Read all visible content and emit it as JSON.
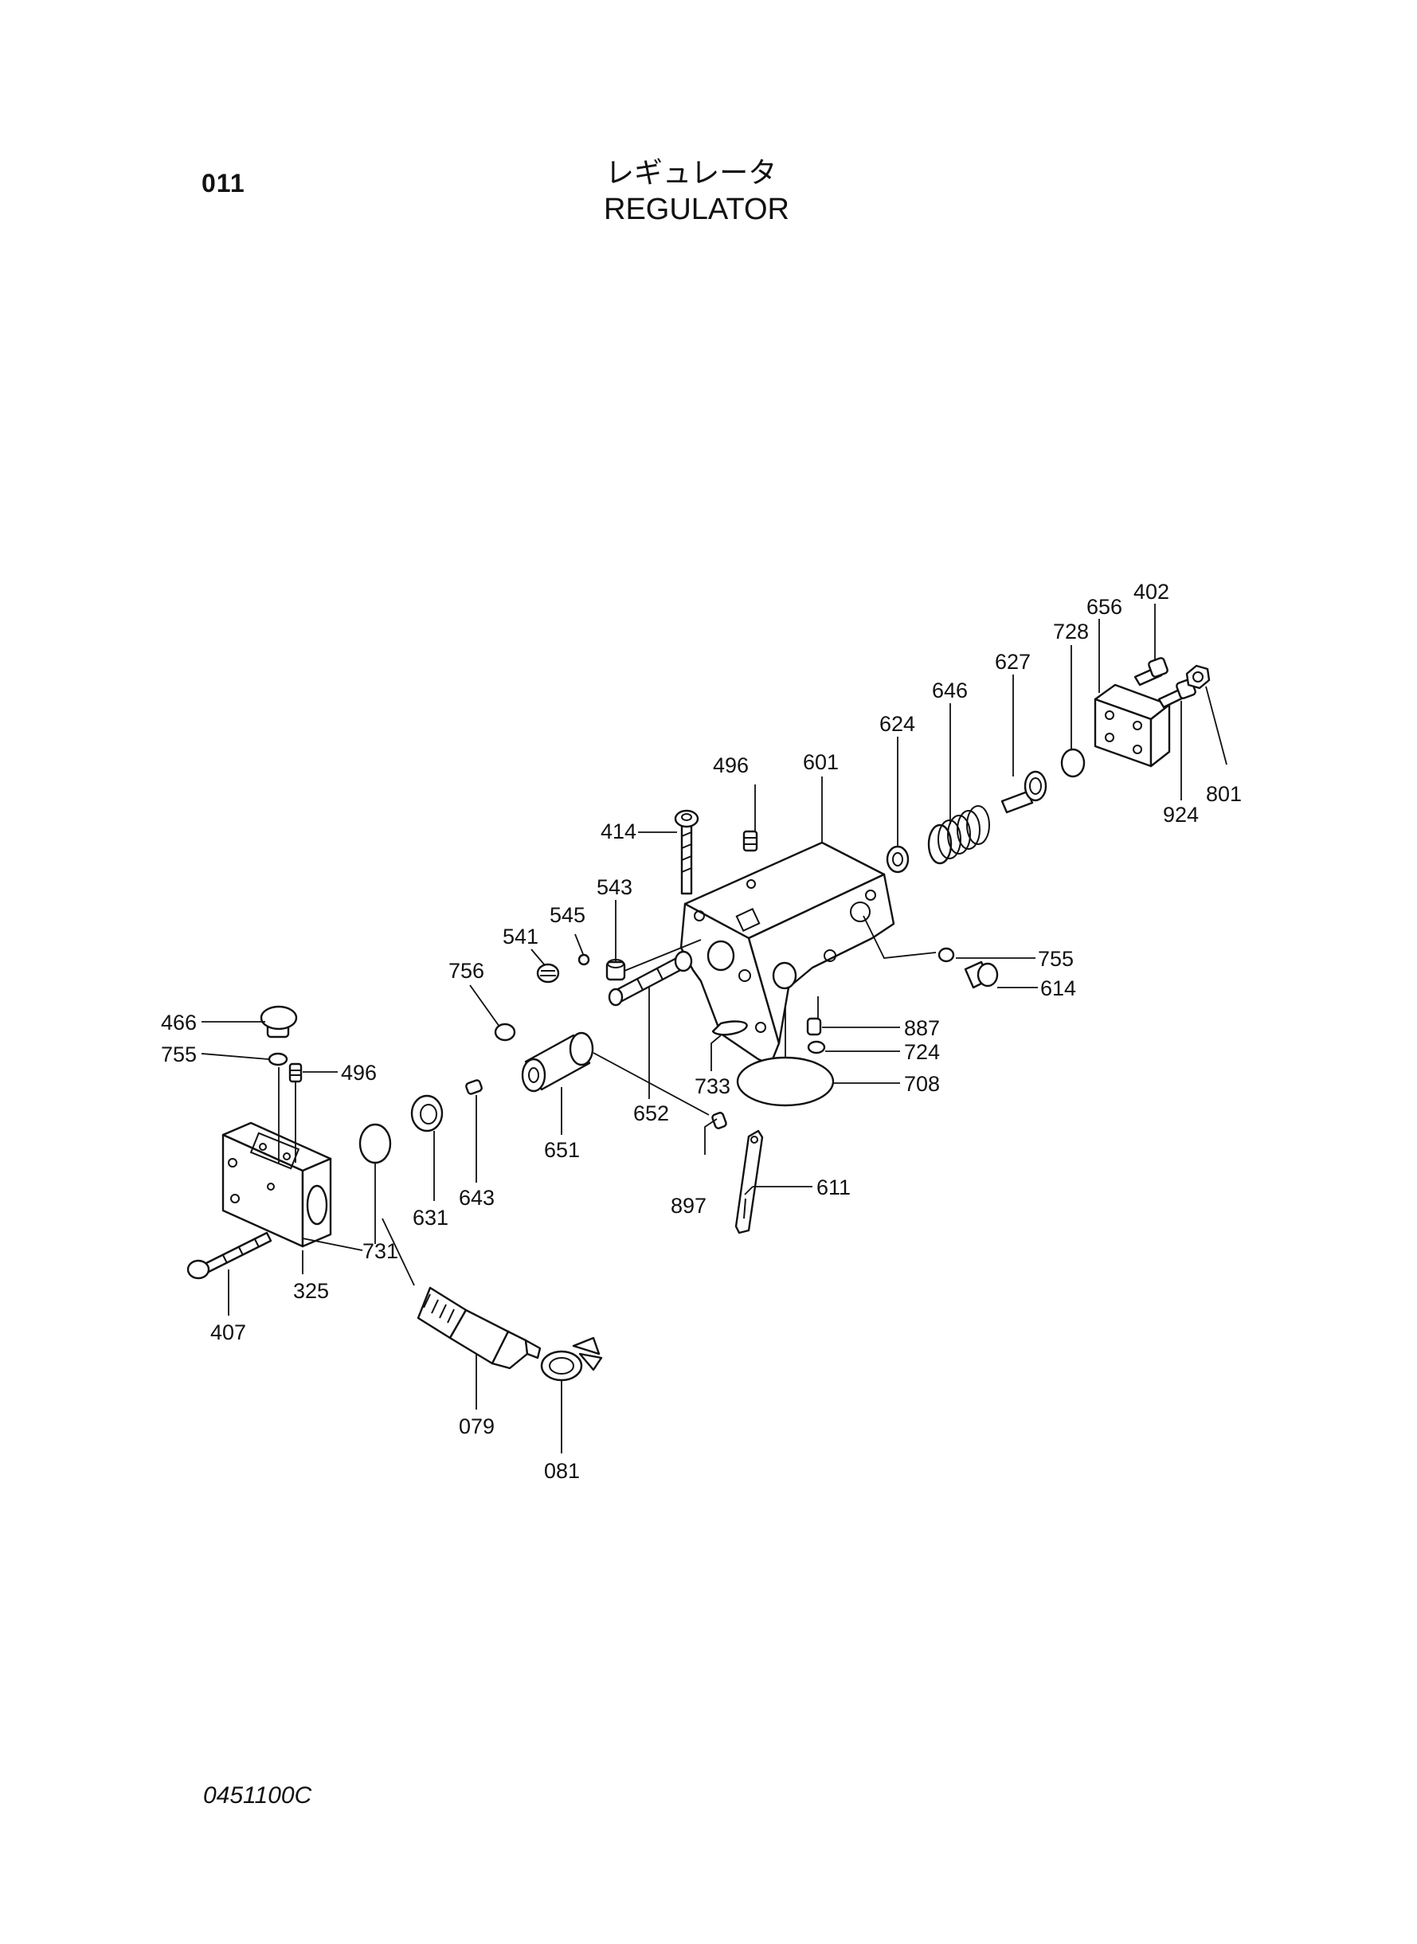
{
  "header": {
    "page_number": "011",
    "title_jp": "レギュレータ",
    "title_en": "REGULATOR"
  },
  "footer": {
    "drawing_code": "0451100C"
  },
  "parts": [
    {
      "id": "p402",
      "label": "402"
    },
    {
      "id": "p656",
      "label": "656"
    },
    {
      "id": "p728",
      "label": "728"
    },
    {
      "id": "p627",
      "label": "627"
    },
    {
      "id": "p646",
      "label": "646"
    },
    {
      "id": "p624",
      "label": "624"
    },
    {
      "id": "p924",
      "label": "924"
    },
    {
      "id": "p801",
      "label": "801"
    },
    {
      "id": "p496a",
      "label": "496"
    },
    {
      "id": "p601",
      "label": "601"
    },
    {
      "id": "p414",
      "label": "414"
    },
    {
      "id": "p543",
      "label": "543"
    },
    {
      "id": "p545",
      "label": "545"
    },
    {
      "id": "p541",
      "label": "541"
    },
    {
      "id": "p756",
      "label": "756"
    },
    {
      "id": "p755a",
      "label": "755"
    },
    {
      "id": "p614",
      "label": "614"
    },
    {
      "id": "p887",
      "label": "887"
    },
    {
      "id": "p724",
      "label": "724"
    },
    {
      "id": "p708",
      "label": "708"
    },
    {
      "id": "p733",
      "label": "733"
    },
    {
      "id": "p652",
      "label": "652"
    },
    {
      "id": "p651",
      "label": "651"
    },
    {
      "id": "p897",
      "label": "897"
    },
    {
      "id": "p611",
      "label": "611"
    },
    {
      "id": "p466",
      "label": "466"
    },
    {
      "id": "p755b",
      "label": "755"
    },
    {
      "id": "p496b",
      "label": "496"
    },
    {
      "id": "p631",
      "label": "631"
    },
    {
      "id": "p643",
      "label": "643"
    },
    {
      "id": "p731",
      "label": "731"
    },
    {
      "id": "p325",
      "label": "325"
    },
    {
      "id": "p407",
      "label": "407"
    },
    {
      "id": "p079",
      "label": "079"
    },
    {
      "id": "p081",
      "label": "081"
    }
  ]
}
